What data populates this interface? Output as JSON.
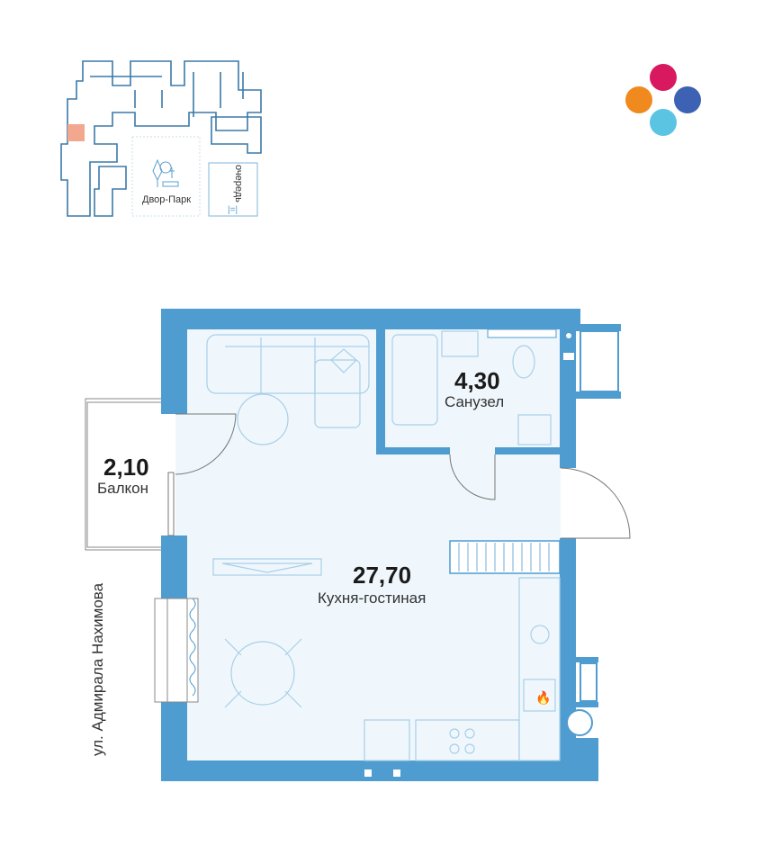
{
  "site_plan": {
    "courtyard_label": "Двор-Парк",
    "phase_label": "очередь",
    "phase_number": "|=|",
    "highlight_color": "#f2a78e"
  },
  "logo": {
    "colors": [
      "#d8195f",
      "#f08a1e",
      "#3d62b3",
      "#5ac4e2"
    ]
  },
  "plan": {
    "street": "ул. Адмирала Нахимова",
    "rooms": [
      {
        "area": "2,10",
        "name": "Балкон"
      },
      {
        "area": "4,30",
        "name": "Санузел"
      },
      {
        "area": "27,70",
        "name": "Кухня-гостиная"
      }
    ],
    "wall_color": "#4f9cd0",
    "floor_color": "#eff7fc"
  }
}
